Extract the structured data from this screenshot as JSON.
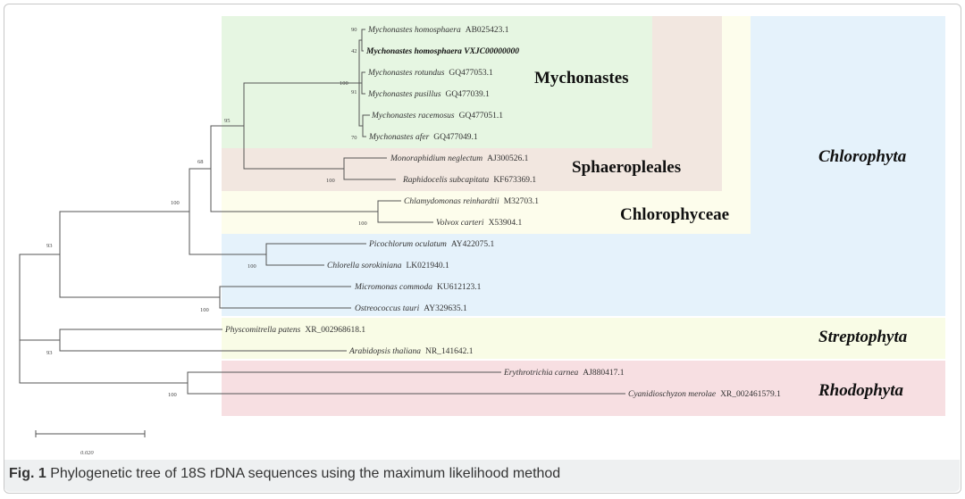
{
  "caption": {
    "label": "Fig. 1",
    "text": " Phylogenetic tree of 18S rDNA sequences using the maximum likelihood method"
  },
  "colors": {
    "chlorophyta": "#e5f2fb",
    "chlorophyceae": "#fdfdec",
    "sphaeropleales": "#f2e7e0",
    "mychonastes": "#e6f6e2",
    "streptophyta": "#f9fce6",
    "rhodophyta": "#f7dfe2"
  },
  "groups": {
    "mychonastes": "Mychonastes",
    "sphaeropleales": "Sphaeropleales",
    "chlorophyceae": "Chlorophyceae",
    "chlorophyta": "Chlorophyta",
    "streptophyta": "Streptophyta",
    "rhodophyta": "Rhodophyta"
  },
  "taxa": [
    {
      "name": "Mychonastes homosphaera",
      "acc": "AB025423.1"
    },
    {
      "name": "Mychonastes homosphaera VXJC00000000",
      "acc": ""
    },
    {
      "name": "Mychonastes rotundus",
      "acc": "GQ477053.1"
    },
    {
      "name": "Mychonastes pusillus",
      "acc": "GQ477039.1"
    },
    {
      "name": "Mychonastes racemosus",
      "acc": "GQ477051.1"
    },
    {
      "name": "Mychonastes afer",
      "acc": "GQ477049.1"
    },
    {
      "name": "Monoraphidium neglectum",
      "acc": "AJ300526.1"
    },
    {
      "name": "Raphidocelis subcapitata",
      "acc": "KF673369.1"
    },
    {
      "name": "Chlamydomonas reinhardtii",
      "acc": "M32703.1"
    },
    {
      "name": "Volvox carteri",
      "acc": "X53904.1"
    },
    {
      "name": "Picochlorum oculatum",
      "acc": "AY422075.1"
    },
    {
      "name": "Chlorella sorokiniana",
      "acc": "LK021940.1"
    },
    {
      "name": "Micromonas commoda",
      "acc": "KU612123.1"
    },
    {
      "name": "Ostreococcus tauri",
      "acc": "AY329635.1"
    },
    {
      "name": "Physcomitrella patens",
      "acc": "XR_002968618.1"
    },
    {
      "name": "Arabidopsis thaliana",
      "acc": "NR_141642.1"
    },
    {
      "name": "Erythrotrichia carnea",
      "acc": "AJ880417.1"
    },
    {
      "name": "Cyanidioschyzon merolae",
      "acc": "XR_002461579.1"
    }
  ],
  "bootstrap": {
    "homosphaera_pair": "90",
    "vxjc": "42",
    "rotundus_pusillus": "91",
    "mychonastes_core": "100",
    "racemosus_afer": "70",
    "sphaeropleales_pair": "100",
    "mych_sphaero": "95",
    "chlorophyceae_pair": "100",
    "chlorophyceae_join": "68",
    "trebouxio_join": "100",
    "trebouxio_pair": "100",
    "mamiello_pair": "100",
    "chlorophyta_root": "93",
    "streptophyta_pair": "93",
    "rhodophyta_pair": "100"
  },
  "scale": "0.020"
}
